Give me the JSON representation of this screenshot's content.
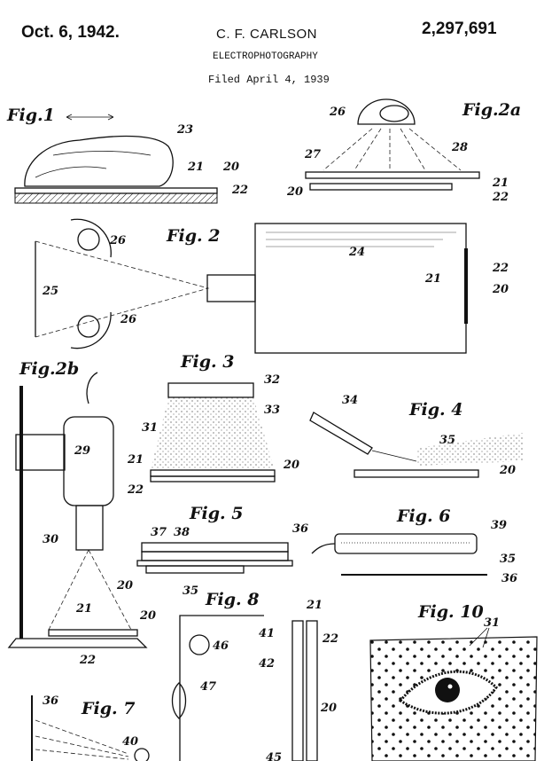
{
  "header": {
    "date": "Oct. 6, 1942.",
    "inventor": "C. F. CARLSON",
    "patent_number": "2,297,691",
    "title": "ELECTROPHOTOGRAPHY",
    "filed": "Filed April 4, 1939"
  },
  "figures": {
    "fig1": {
      "label": "Fig.1",
      "refs": [
        "23",
        "21",
        "20",
        "22"
      ]
    },
    "fig2a": {
      "label": "Fig.2a",
      "refs": [
        "26",
        "27",
        "28",
        "21",
        "20",
        "22"
      ]
    },
    "fig2": {
      "label": "Fig. 2",
      "refs": [
        "26",
        "24",
        "25",
        "26",
        "21",
        "22",
        "20"
      ]
    },
    "fig2b": {
      "label": "Fig.2b",
      "refs": [
        "29",
        "30",
        "21",
        "20",
        "22"
      ]
    },
    "fig3": {
      "label": "Fig. 3",
      "refs": [
        "32",
        "33",
        "31",
        "21",
        "20",
        "22"
      ]
    },
    "fig4": {
      "label": "Fig. 4",
      "refs": [
        "34",
        "35",
        "20"
      ]
    },
    "fig5": {
      "label": "Fig. 5",
      "refs": [
        "37",
        "38",
        "36",
        "20",
        "35"
      ]
    },
    "fig6": {
      "label": "Fig. 6",
      "refs": [
        "39",
        "35",
        "36"
      ]
    },
    "fig7": {
      "label": "Fig. 7",
      "refs": [
        "36",
        "40"
      ]
    },
    "fig8": {
      "label": "Fig. 8",
      "refs": [
        "46",
        "47",
        "45",
        "41",
        "42",
        "21",
        "22",
        "20"
      ]
    },
    "fig10": {
      "label": "Fig. 10",
      "refs": [
        "31"
      ]
    }
  }
}
